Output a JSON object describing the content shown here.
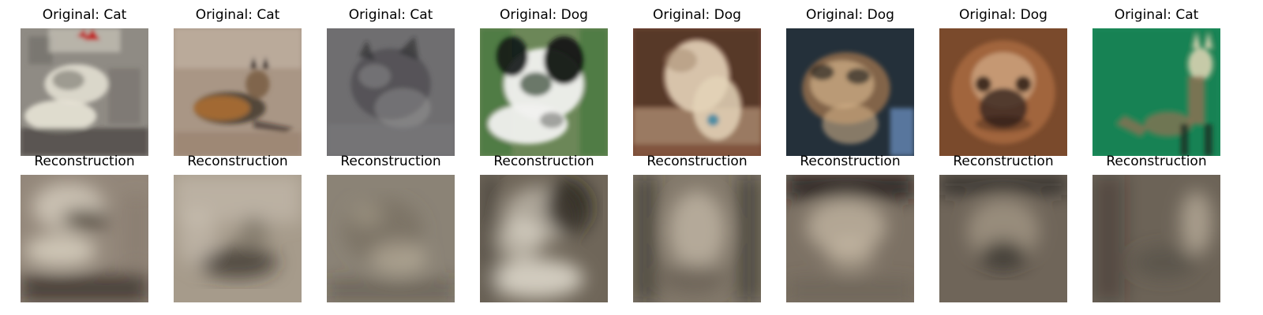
{
  "panels": [
    {
      "original_label": "Original: Cat",
      "reconstruction_label": "Reconstruction",
      "original_colors": {
        "base": "#8f8b84",
        "hi": "#e8e4d6",
        "mid": "#6a6761",
        "dark": "#2d2a27",
        "accent": "#bf2323"
      },
      "reconstruction_colors": {
        "base": "#93877a",
        "hi": "#e7dfcf",
        "mid": "#7a6f62",
        "dark": "#31291f"
      }
    },
    {
      "original_label": "Original: Cat",
      "reconstruction_label": "Reconstruction",
      "original_colors": {
        "base": "#a99685",
        "hi": "#d9cfc2",
        "mid": "#7b5f46",
        "dark": "#23180f",
        "accent": "#c57b32"
      },
      "reconstruction_colors": {
        "base": "#a69b8b",
        "hi": "#e2dbcf",
        "mid": "#6f665a",
        "dark": "#2f2a23"
      }
    },
    {
      "original_label": "Original: Cat",
      "reconstruction_label": "Reconstruction",
      "original_colors": {
        "base": "#6f6e70",
        "hi": "#a9a8a7",
        "mid": "#4f4e52",
        "dark": "#262629",
        "accent": "#7d7e84"
      },
      "reconstruction_colors": {
        "base": "#8b8376",
        "hi": "#c4b9a4",
        "mid": "#6b6255",
        "dark": "#3b332a"
      }
    },
    {
      "original_label": "Original: Dog",
      "reconstruction_label": "Reconstruction",
      "original_colors": {
        "base": "#6c8758",
        "hi": "#f1f1ef",
        "mid": "#4b5a4a",
        "dark": "#131614",
        "accent": "#2f6f2d"
      },
      "reconstruction_colors": {
        "base": "#6f6659",
        "hi": "#e3ddd0",
        "mid": "#4b4338",
        "dark": "#1c1812"
      }
    },
    {
      "original_label": "Original: Dog",
      "reconstruction_label": "Reconstruction",
      "original_colors": {
        "base": "#7a4a36",
        "hi": "#e4d3b8",
        "mid": "#a58b70",
        "dark": "#2e1f17",
        "accent": "#4f8ea3"
      },
      "reconstruction_colors": {
        "base": "#83796b",
        "hi": "#d5cab8",
        "mid": "#5f574c",
        "dark": "#29241f"
      }
    },
    {
      "original_label": "Original: Dog",
      "reconstruction_label": "Reconstruction",
      "original_colors": {
        "base": "#24303a",
        "hi": "#d8b78d",
        "mid": "#8d6a4a",
        "dark": "#111416",
        "accent": "#6a8dbd"
      },
      "reconstruction_colors": {
        "base": "#7c7164",
        "hi": "#d7cab4",
        "mid": "#5b5247",
        "dark": "#1f1b17"
      }
    },
    {
      "original_label": "Original: Dog",
      "reconstruction_label": "Reconstruction",
      "original_colors": {
        "base": "#7a4a2c",
        "hi": "#e4c3a0",
        "mid": "#a86a3e",
        "dark": "#24140d",
        "accent": "#3e2a22"
      },
      "reconstruction_colors": {
        "base": "#6f6559",
        "hi": "#c9bca7",
        "mid": "#4e463d",
        "dark": "#1f1c19"
      }
    },
    {
      "original_label": "Original: Cat",
      "reconstruction_label": "Reconstruction",
      "original_colors": {
        "base": "#1f8f5c",
        "hi": "#e4d7b6",
        "mid": "#8b7254",
        "dark": "#1c3025",
        "accent": "#0f5e3a"
      },
      "reconstruction_colors": {
        "base": "#6c6357",
        "hi": "#c7bca8",
        "mid": "#514a41",
        "dark": "#25211d"
      }
    }
  ]
}
